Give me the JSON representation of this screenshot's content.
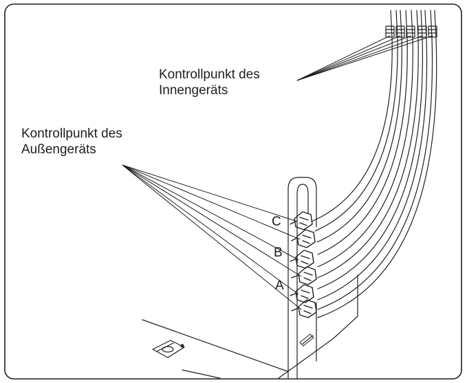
{
  "labels": {
    "indoor": {
      "line1": "Kontrollpunkt des",
      "line2": "Innengeräts"
    },
    "outdoor": {
      "line1": "Kontrollpunkt des",
      "line2": "Außengeräts"
    }
  },
  "valves": {
    "c": "C",
    "b": "B",
    "a": "A"
  },
  "colors": {
    "line": "#1e1e1e",
    "background": "#ffffff"
  }
}
